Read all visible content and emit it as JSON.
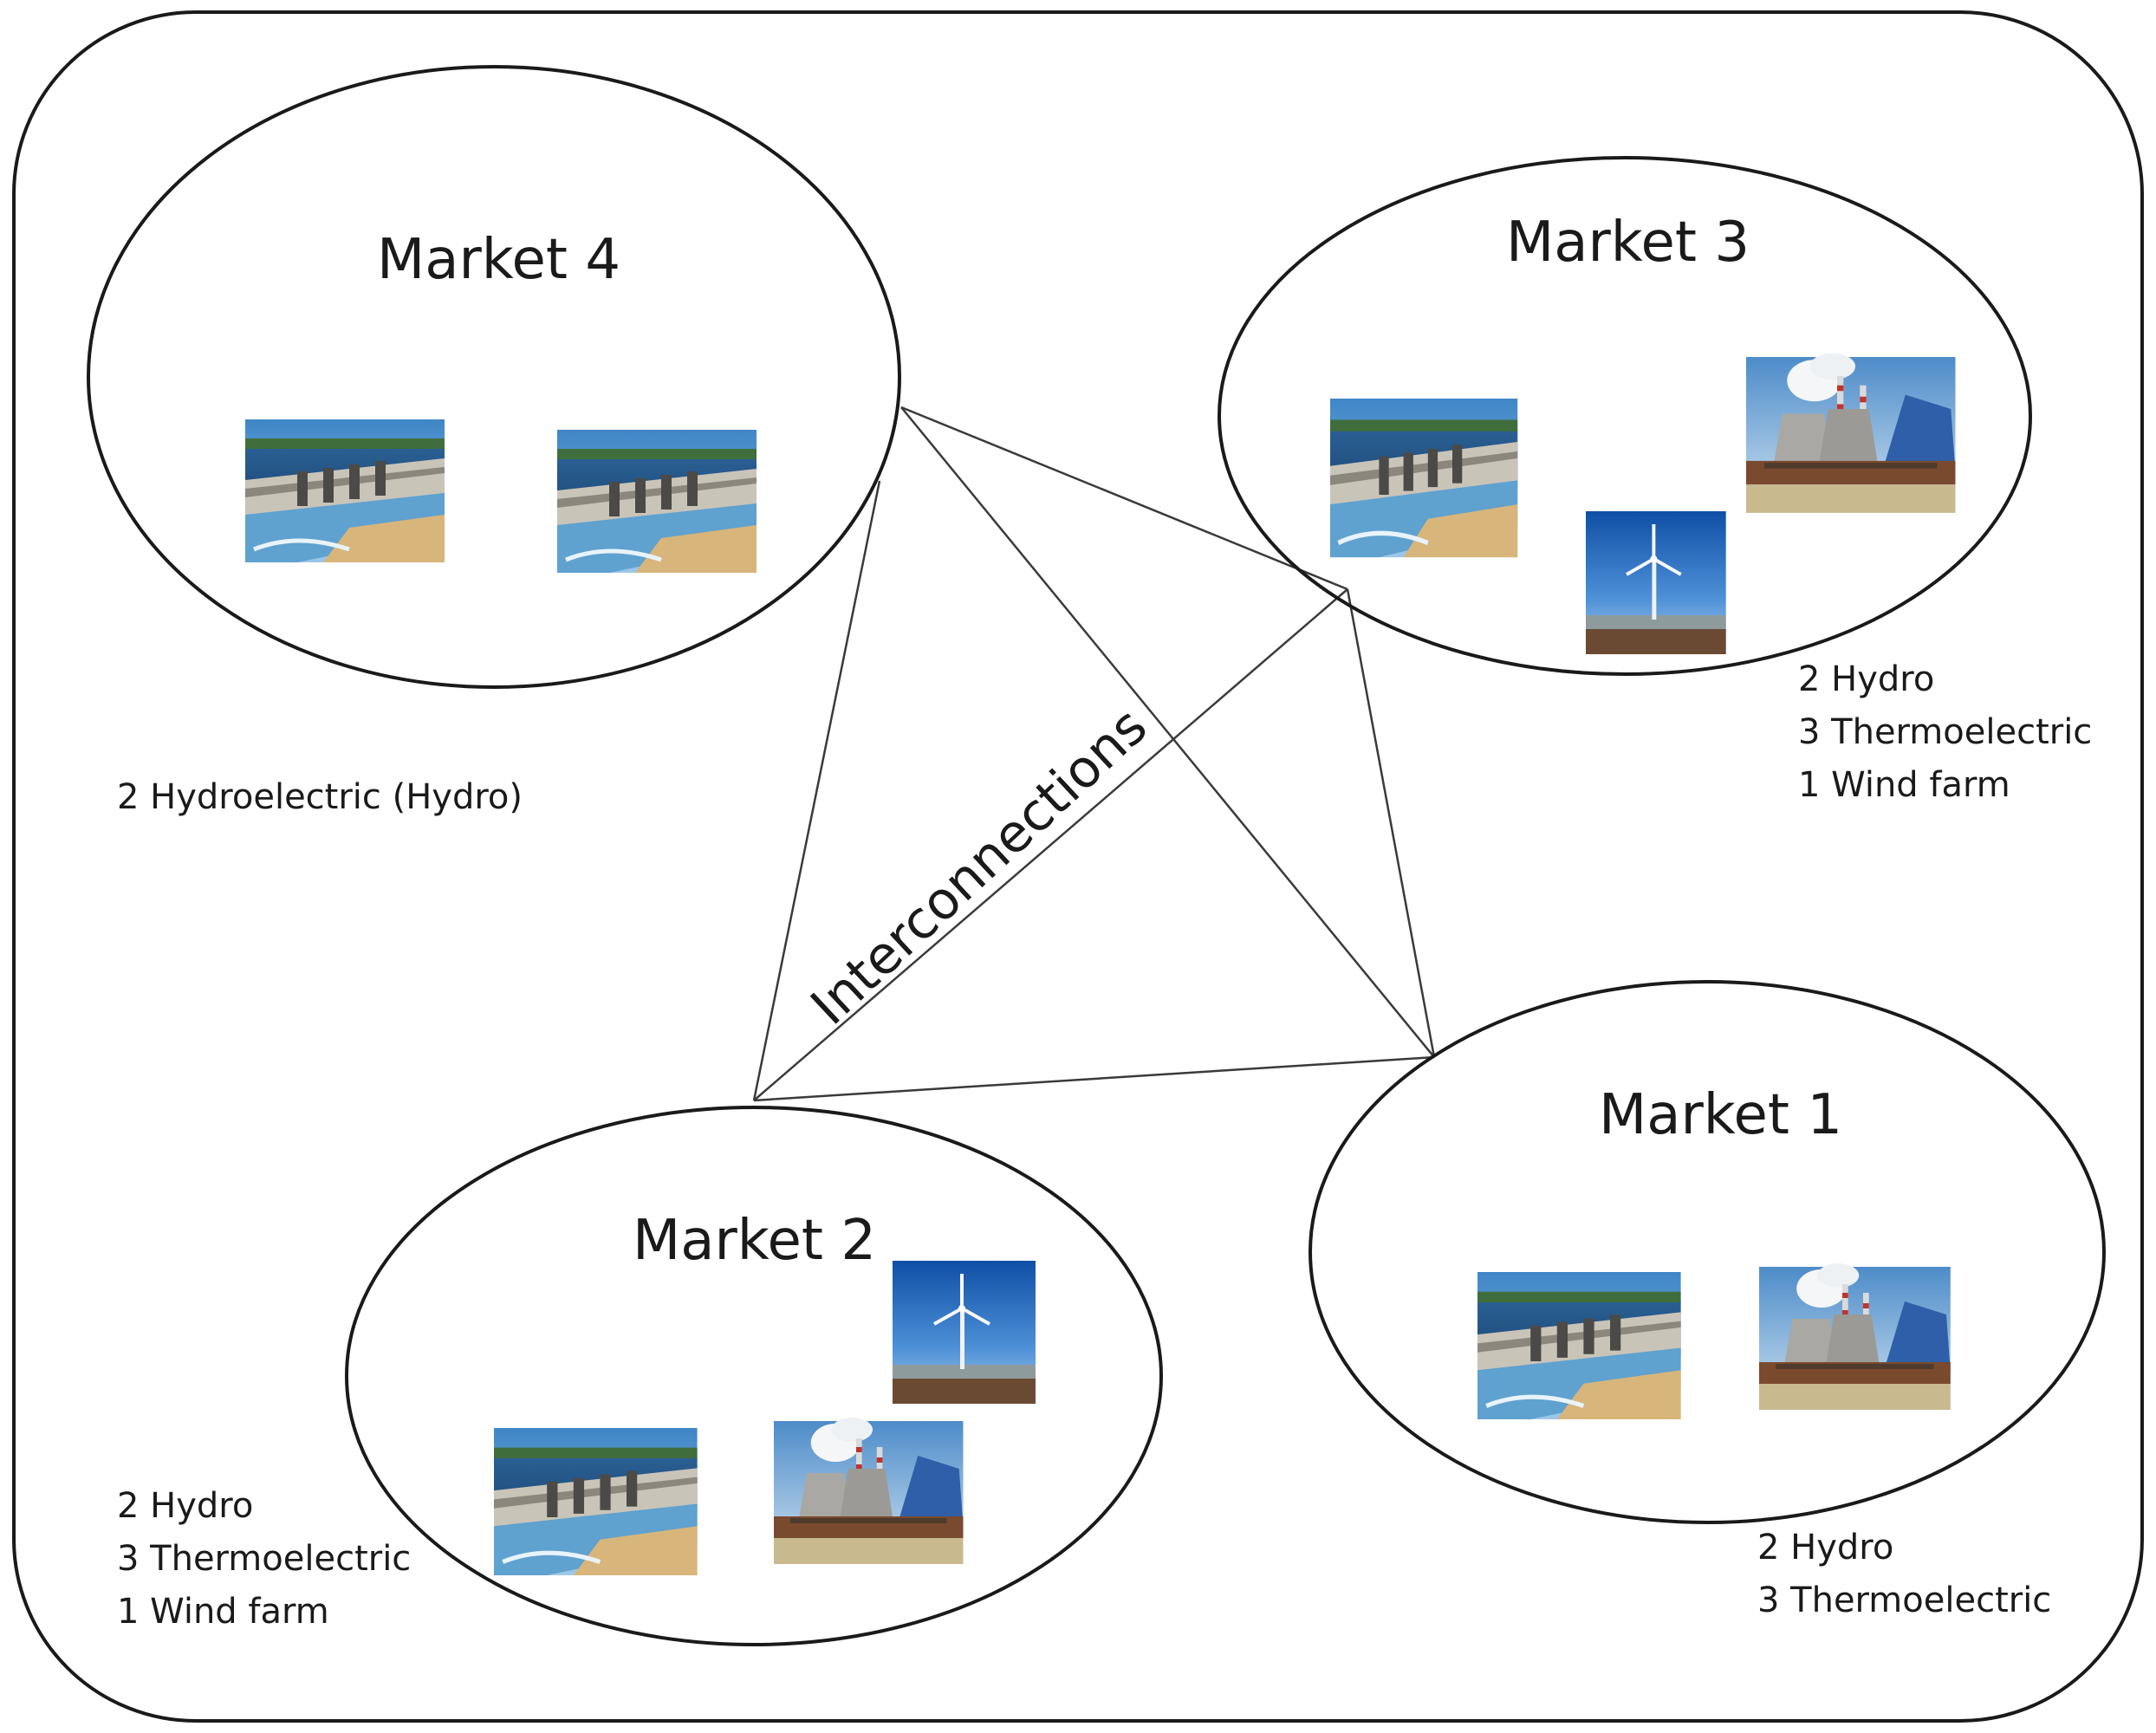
{
  "interconnections_label": "Interconnections",
  "markets": [
    {
      "id": "market-4",
      "title": "Market 4",
      "notes": [
        "2 Hydroelectric (Hydro)"
      ]
    },
    {
      "id": "market-3",
      "title": "Market 3",
      "notes": [
        "2 Hydro",
        "3 Thermoelectric",
        "1 Wind farm"
      ]
    },
    {
      "id": "market-2",
      "title": "Market 2",
      "notes": [
        "2 Hydro",
        "3 Thermoelectric",
        "1 Wind farm"
      ]
    },
    {
      "id": "market-1",
      "title": "Market 1",
      "notes": [
        "2 Hydro",
        "3 Thermoelectric"
      ]
    }
  ],
  "icons": {
    "hydro": "hydro-dam-photo",
    "thermo": "thermoelectric-plant-photo",
    "wind": "wind-turbine-photo"
  }
}
